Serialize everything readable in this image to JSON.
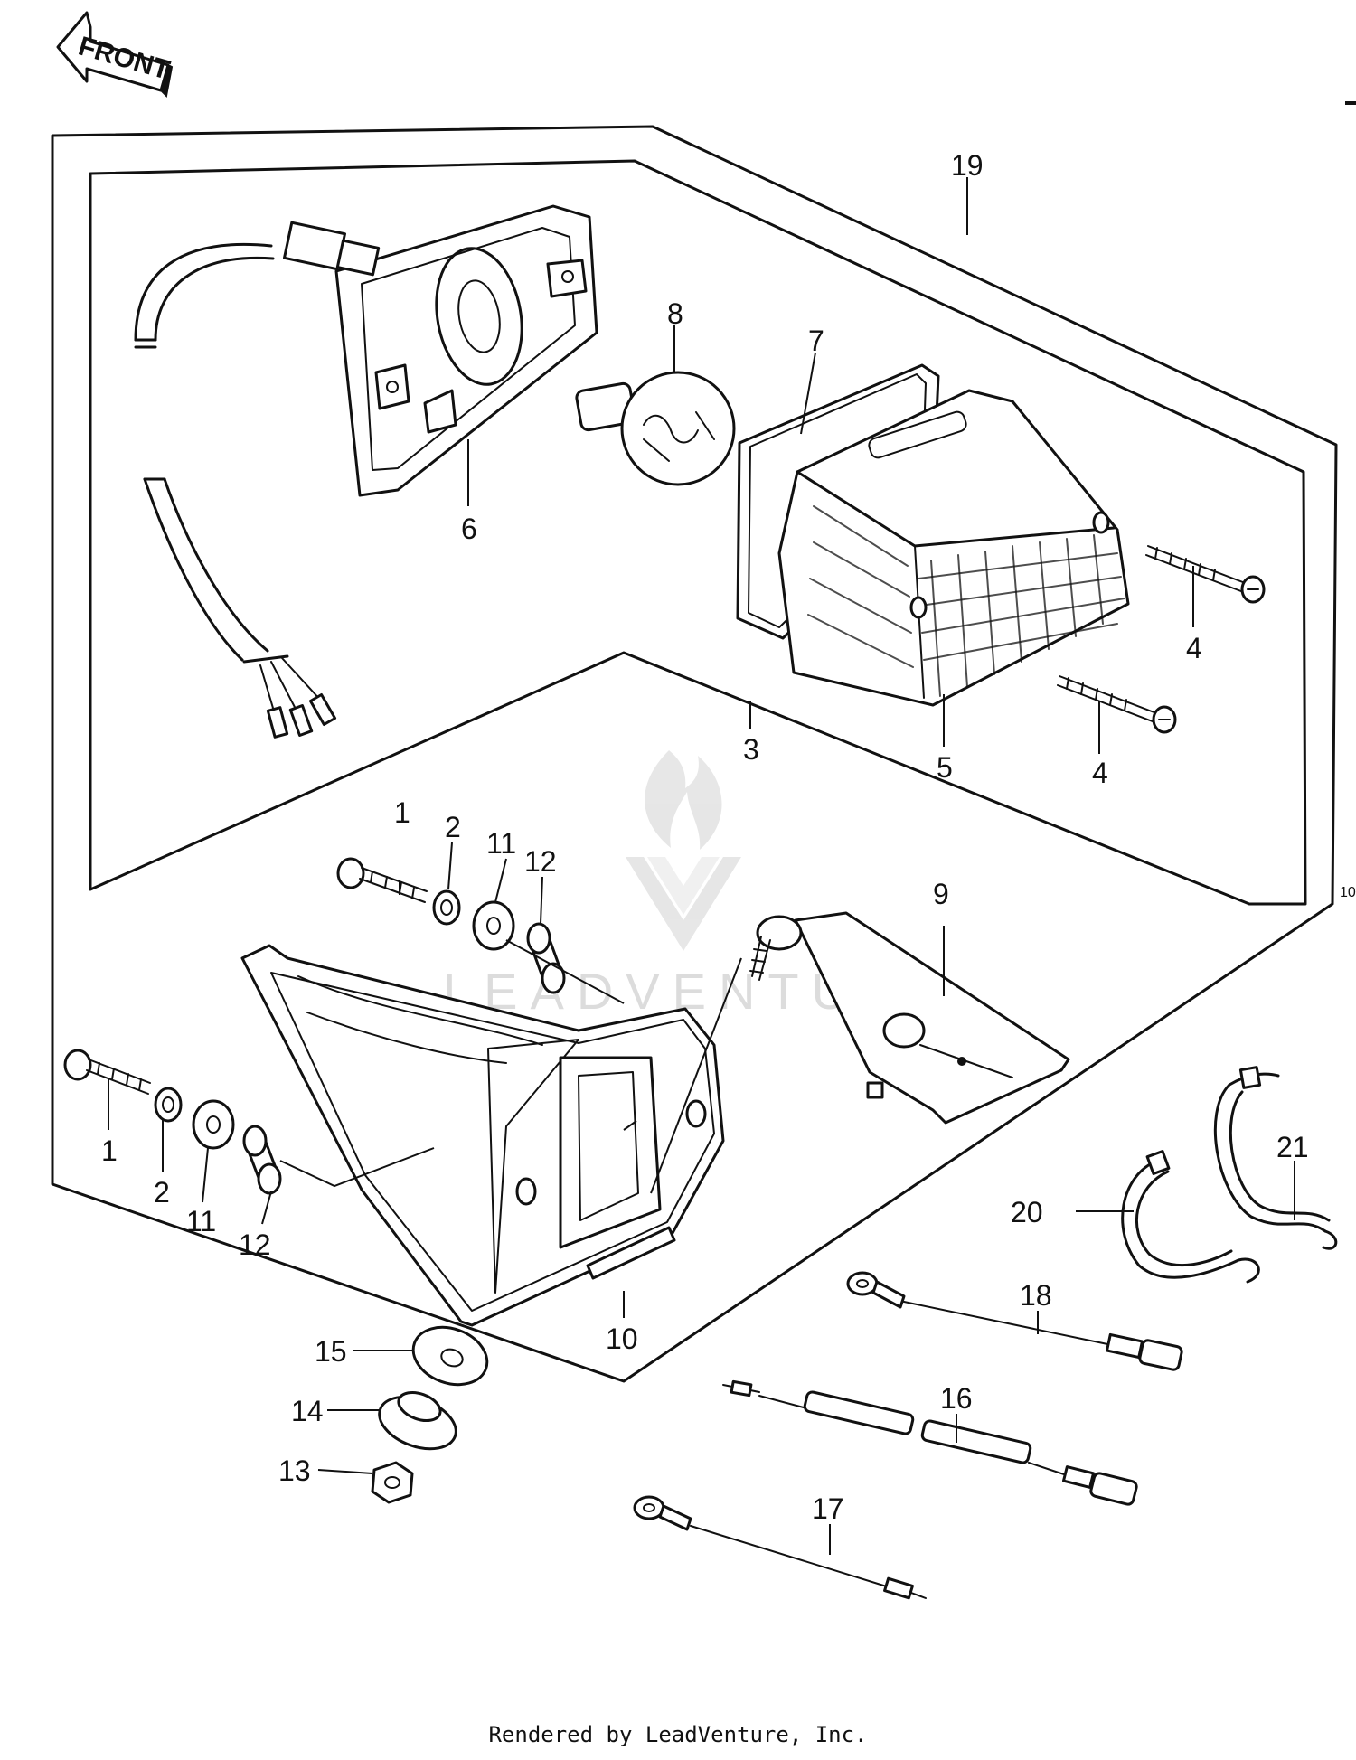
{
  "front_arrow": {
    "label": "FRONT"
  },
  "watermark": {
    "text": "LEADVENTURE"
  },
  "edge_marks": {
    "right_number": "10"
  },
  "callouts": {
    "c1a": "1",
    "c2a": "2",
    "c11a": "11",
    "c12a": "12",
    "c1b": "1",
    "c2b": "2",
    "c11b": "11",
    "c12b": "12",
    "c3": "3",
    "c4a": "4",
    "c4b": "4",
    "c5": "5",
    "c6": "6",
    "c7": "7",
    "c8": "8",
    "c9": "9",
    "c10": "10",
    "c13": "13",
    "c14": "14",
    "c15": "15",
    "c16": "16",
    "c17": "17",
    "c18": "18",
    "c19": "19",
    "c20": "20",
    "c21": "21"
  },
  "footer": {
    "text": "Rendered by LeadVenture, Inc."
  }
}
